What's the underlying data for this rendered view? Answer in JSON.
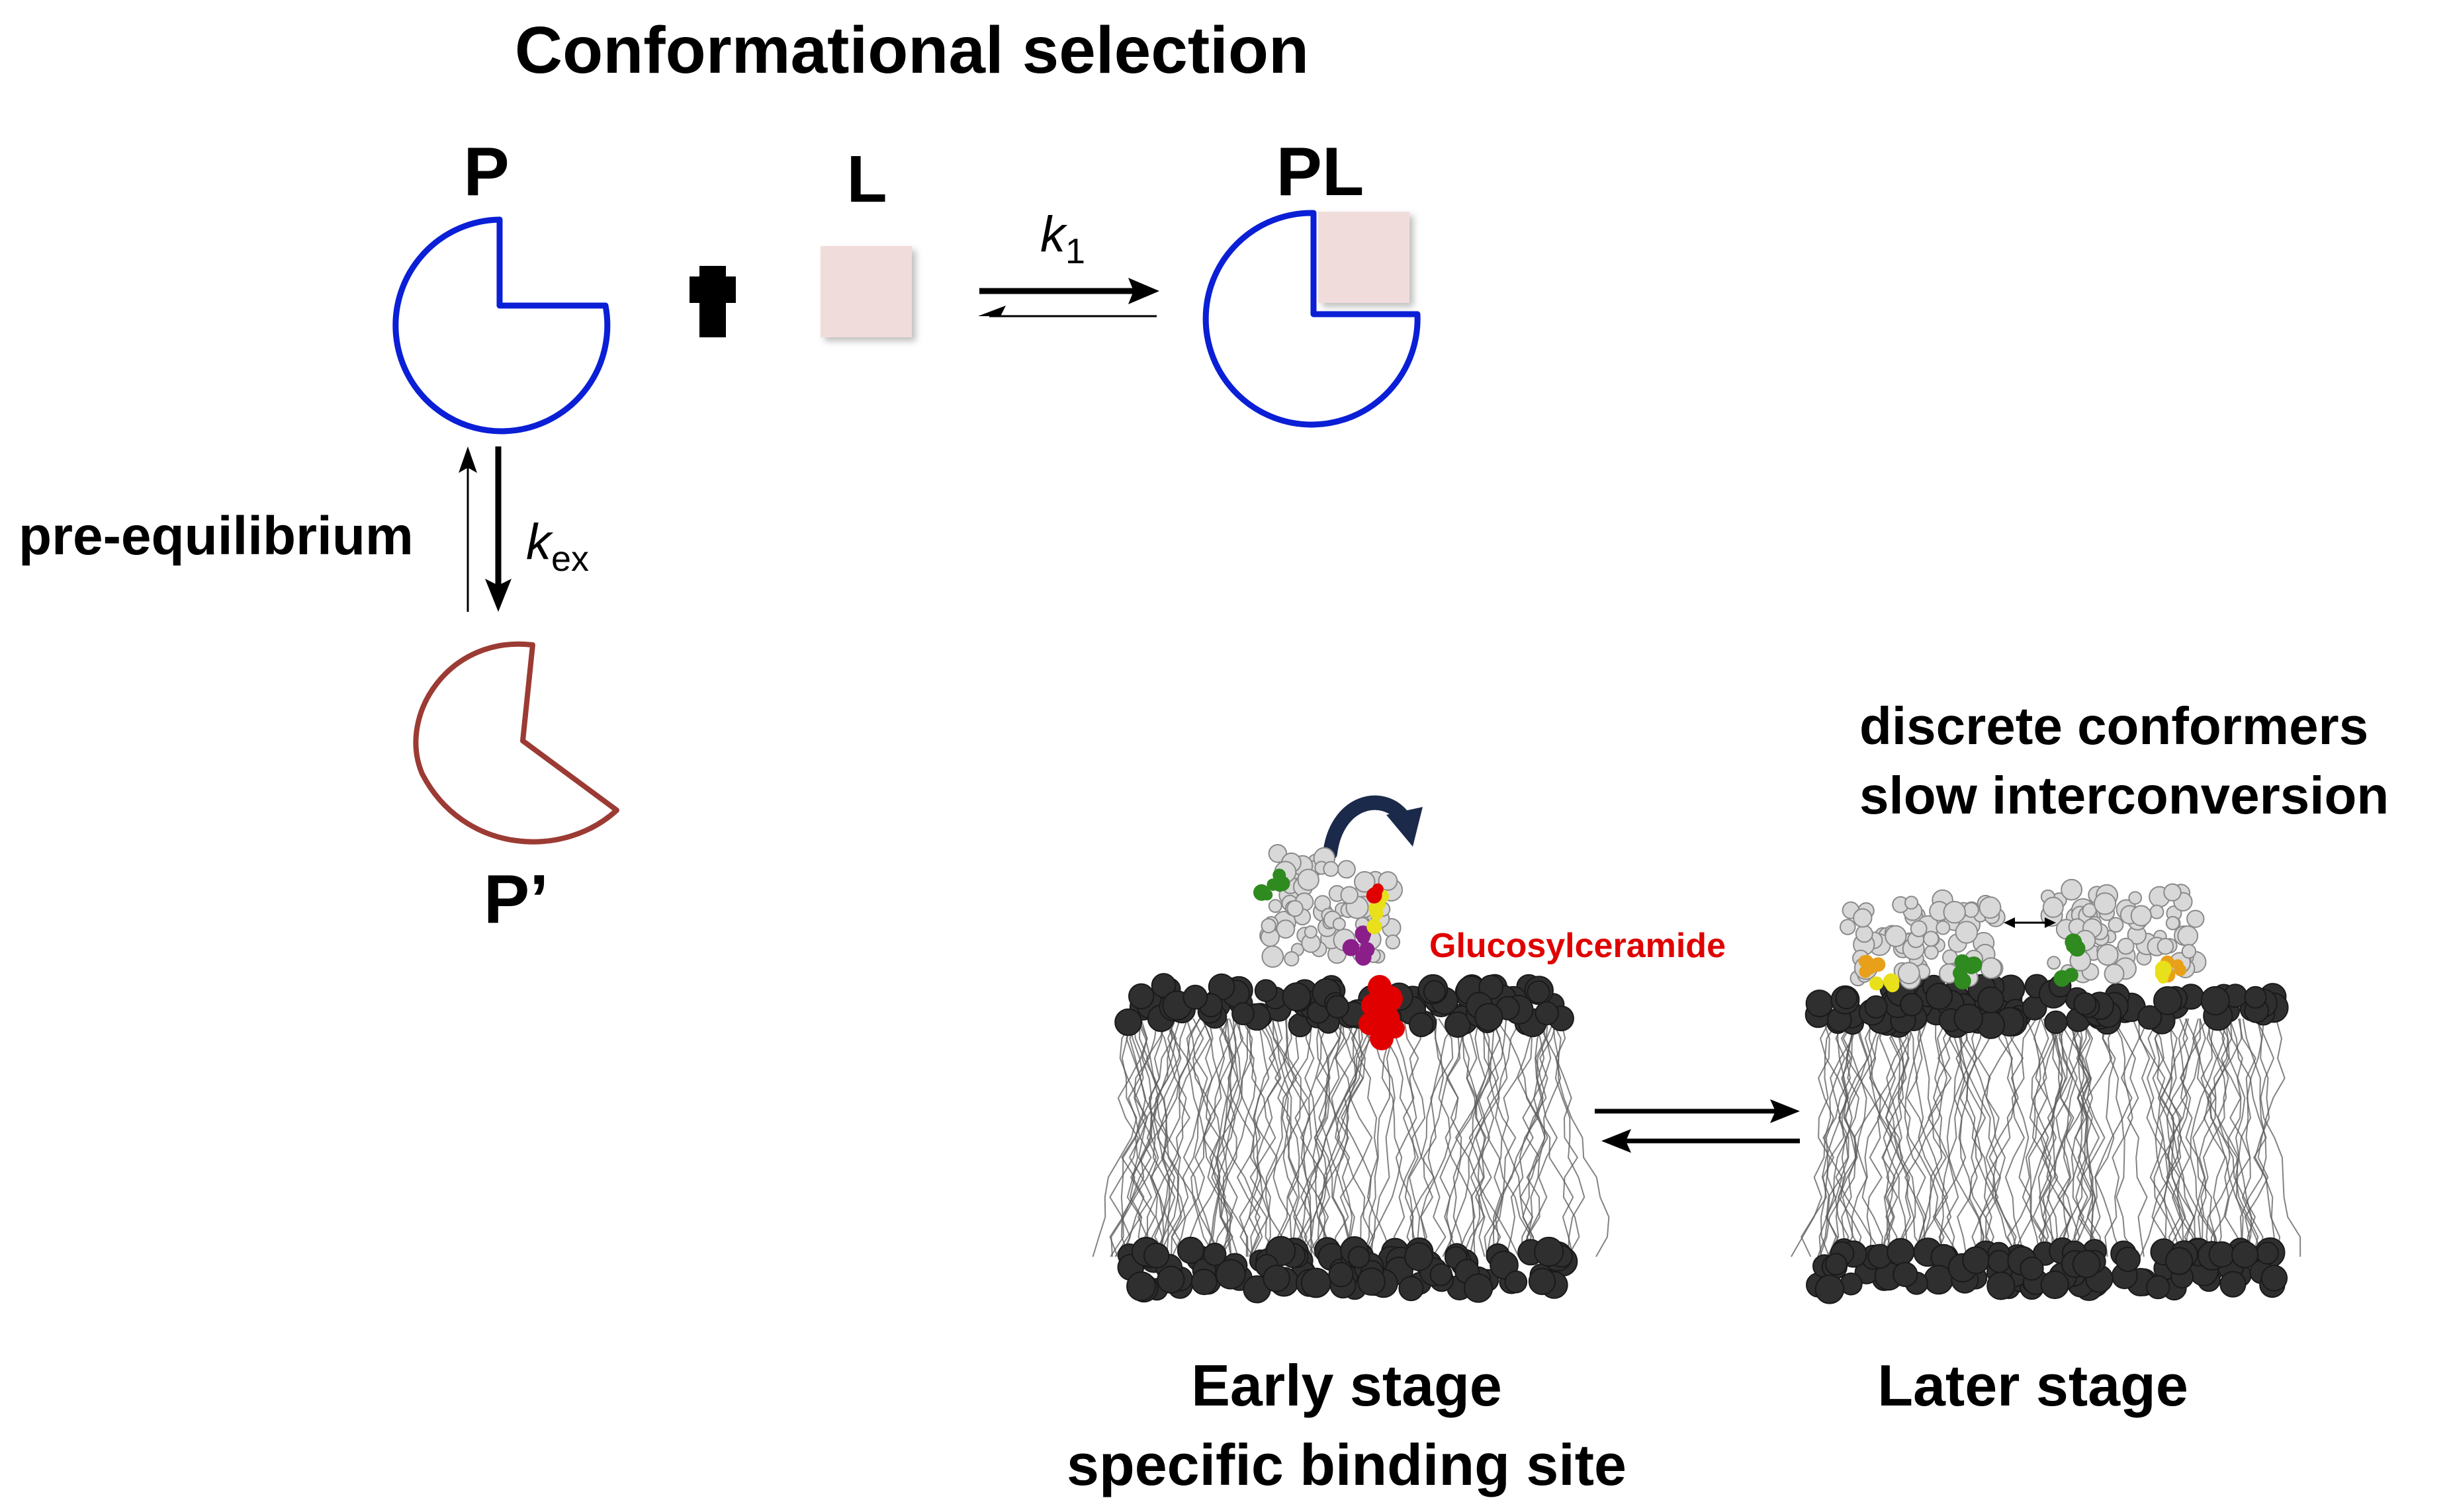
{
  "title": "Conformational selection",
  "species": {
    "protein": "P",
    "ligand": "L",
    "complex": "PL",
    "alt_protein": "P’"
  },
  "rates": {
    "forward_symbol": "k",
    "forward_subscript": "1",
    "exchange_symbol": "k",
    "exchange_subscript": "ex"
  },
  "pre_equilibrium_label": "pre-equilibrium",
  "membrane_panel": {
    "ligand_label": "Glucosylceramide",
    "later_note_line1": "discrete conformers",
    "later_note_line2": "slow interconversion",
    "early_caption_line1": "Early stage",
    "early_caption_line2": "specific binding site",
    "later_caption": "Later stage"
  },
  "colors": {
    "protein_outline": "#0a1fd6",
    "alt_protein_outline": "#9b3b34",
    "ligand_fill": "#f1dcdc",
    "ligand_label": "#e00000",
    "lipid_head": "#2f2f2f",
    "lipid_tail": "#5a5a5a",
    "curved_arrow": "#1b2a4a"
  }
}
